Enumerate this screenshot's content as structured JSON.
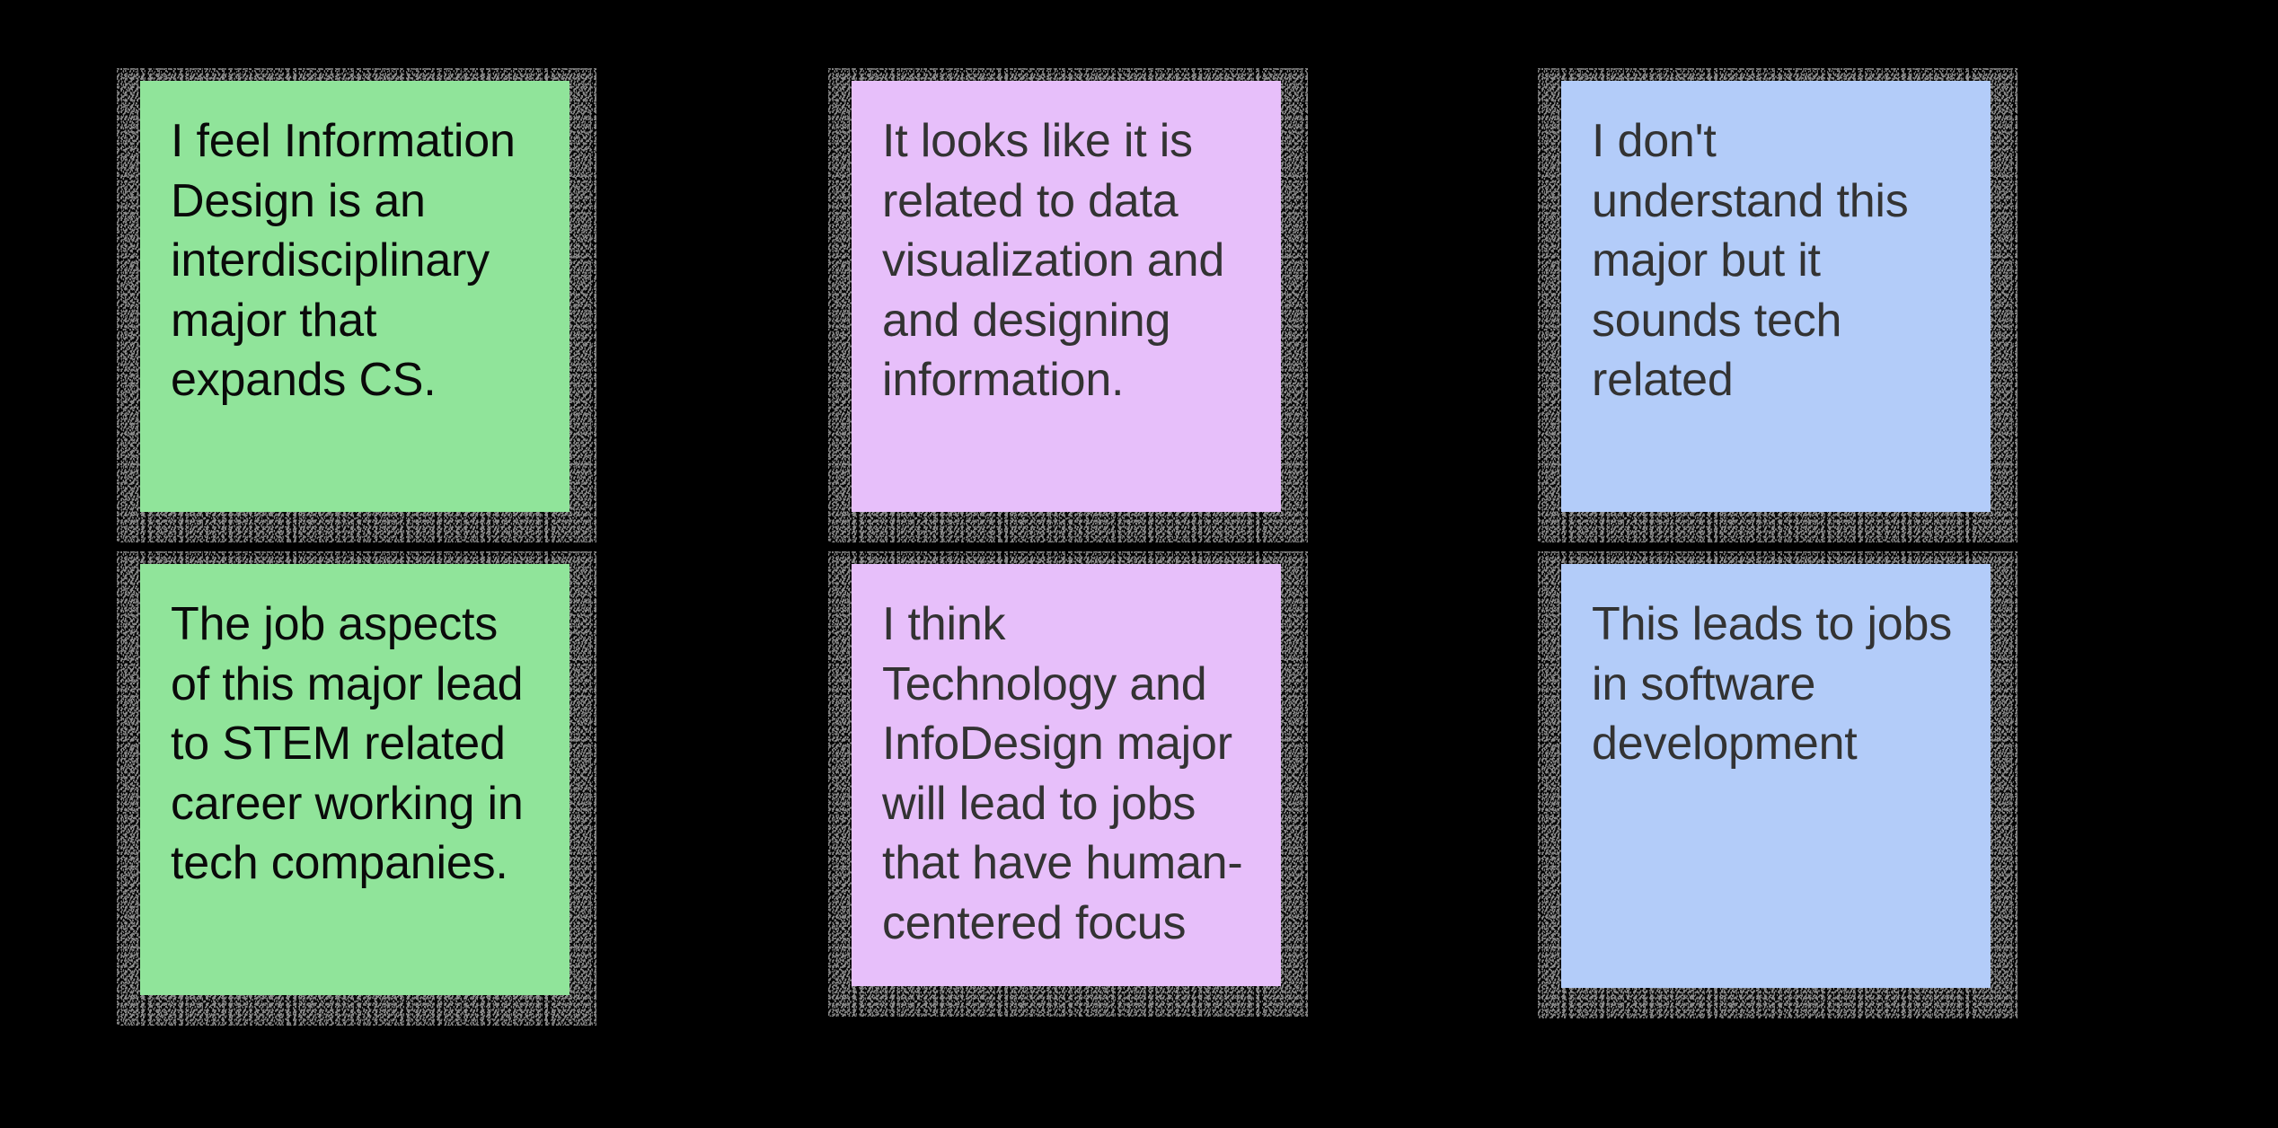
{
  "board": {
    "background_color": "#000000",
    "layout": "3-column x 2-row sticky note grid",
    "note_colors": {
      "green": "#90E49A",
      "purple": "#E7BFFA",
      "blue": "#B3CCF9"
    },
    "text_colors": {
      "on_green": "#0A0A0A",
      "on_purple": "#333333",
      "on_blue": "#333333"
    }
  },
  "notes": [
    {
      "id": "note-1",
      "color_name": "green",
      "column": 1,
      "row": 1,
      "text": "I feel Information Design is an interdisciplinary major that expands CS."
    },
    {
      "id": "note-2",
      "color_name": "purple",
      "column": 2,
      "row": 1,
      "text": "It looks like it is related to data visualization and and designing information."
    },
    {
      "id": "note-3",
      "color_name": "blue",
      "column": 3,
      "row": 1,
      "text": "I don't understand this major but it sounds tech related"
    },
    {
      "id": "note-4",
      "color_name": "green",
      "column": 1,
      "row": 2,
      "text": "The job aspects of this major lead to STEM related career working in tech companies."
    },
    {
      "id": "note-5",
      "color_name": "purple",
      "column": 2,
      "row": 2,
      "text": "I think Technology and InfoDesign major will lead to jobs that have human-centered focus"
    },
    {
      "id": "note-6",
      "color_name": "blue",
      "column": 3,
      "row": 2,
      "text": "This leads to jobs in software development"
    }
  ]
}
